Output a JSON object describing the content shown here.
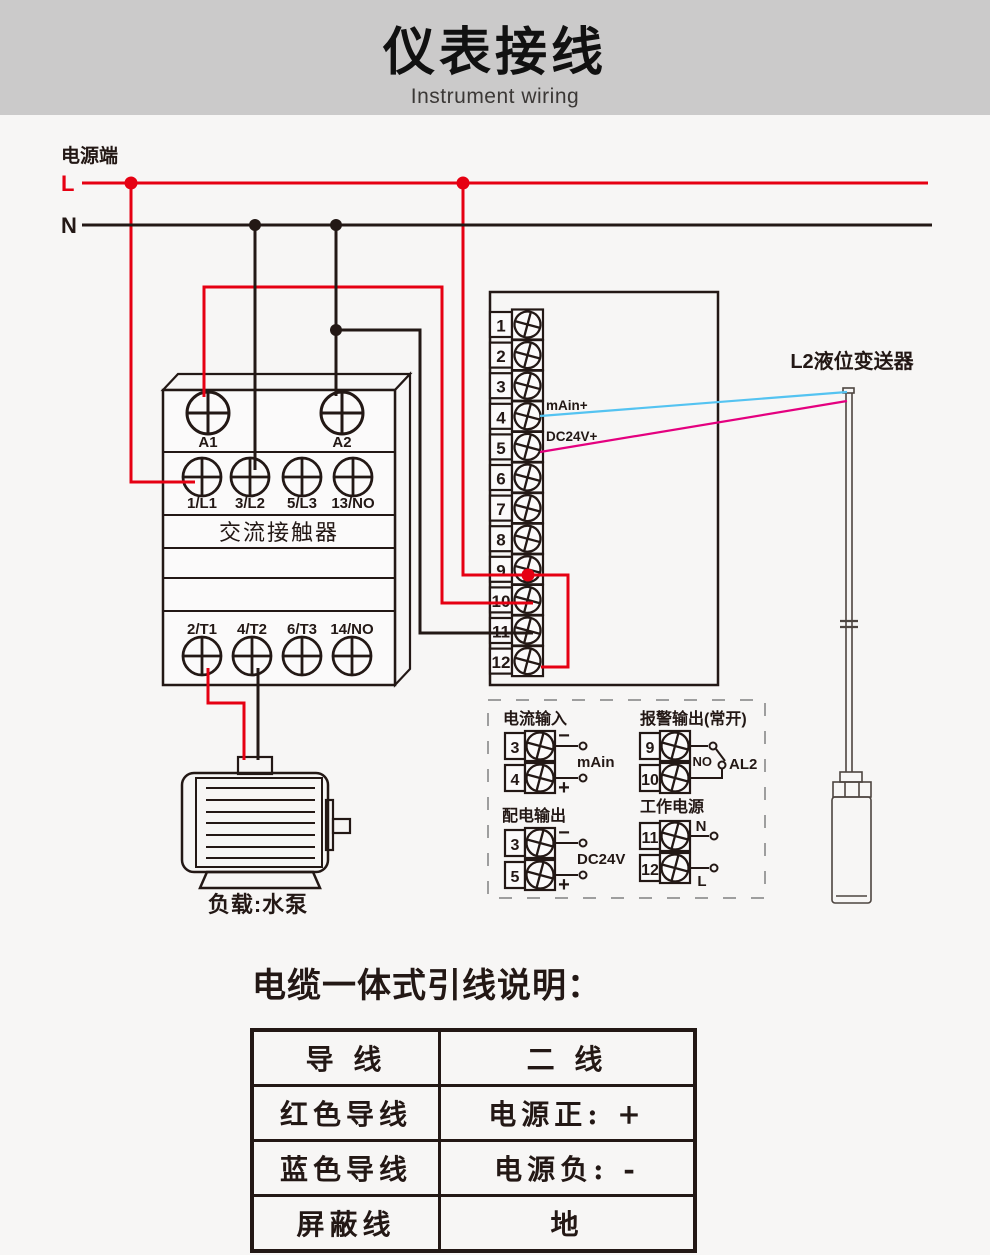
{
  "header": {
    "title": "仪表接线",
    "subtitle": "Instrument wiring"
  },
  "power": {
    "label": "电源端",
    "l": "L",
    "n": "N"
  },
  "contactor": {
    "name": "交流接触器",
    "coil_terminals": [
      "A1",
      "A2"
    ],
    "input_terminals": [
      "1/L1",
      "3/L2",
      "5/L3",
      "13/NO"
    ],
    "output_terminals": [
      "2/T1",
      "4/T2",
      "6/T3",
      "14/NO"
    ]
  },
  "instrument": {
    "terminals": [
      "1",
      "2",
      "3",
      "4",
      "5",
      "6",
      "7",
      "8",
      "9",
      "10",
      "11",
      "12"
    ],
    "terminal4_label": "mAin+",
    "terminal5_label": "DC24V+"
  },
  "transmitter": {
    "label": "L2液位变送器"
  },
  "load": {
    "label": "负载:水泵"
  },
  "detail_groups": {
    "current_input": {
      "title": "电流输入",
      "terminals": [
        "3",
        "4"
      ],
      "minus": "−",
      "plus": "+",
      "signal": "mAin"
    },
    "alarm_output": {
      "title": "报警输出(常开)",
      "terminals": [
        "9",
        "10"
      ],
      "no": "NO",
      "al2": "AL2"
    },
    "power_output": {
      "title": "配电输出",
      "terminals": [
        "3",
        "5"
      ],
      "minus": "−",
      "plus": "+",
      "signal": "DC24V"
    },
    "working_power": {
      "title": "工作电源",
      "terminals": [
        "11",
        "12"
      ],
      "n": "N",
      "l": "L"
    }
  },
  "cable_table": {
    "title": "电缆一体式引线说明：",
    "rows": [
      [
        "导  线",
        "二  线"
      ],
      [
        "红色导线",
        "电源正: +"
      ],
      [
        "蓝色导线",
        "电源负: -"
      ],
      [
        "屏蔽线",
        "地"
      ]
    ]
  },
  "colors": {
    "live_wire": "#e60012",
    "neutral_wire": "#231815",
    "signal_blue_wire": "#54c3f1",
    "signal_pink_wire": "#e4007f",
    "header_bg": "#cbcaca",
    "page_bg": "#f7f6f5"
  }
}
